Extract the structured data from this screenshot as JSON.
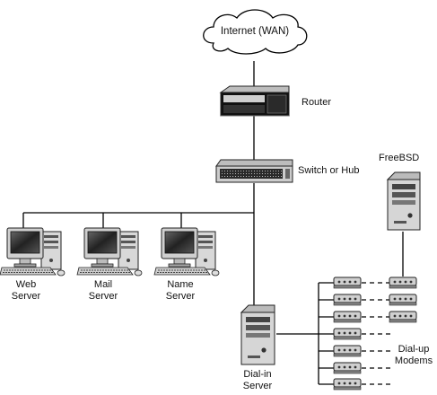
{
  "diagram": {
    "cloud_label": "Internet (WAN)",
    "router_label": "Router",
    "switch_label": "Switch or Hub",
    "freebsd_label": "FreeBSD",
    "workstations": [
      {
        "line1": "Web",
        "line2": "Server"
      },
      {
        "line1": "Mail",
        "line2": "Server"
      },
      {
        "line1": "Name",
        "line2": "Server"
      }
    ],
    "dialin": {
      "line1": "Dial-in",
      "line2": "Server"
    },
    "modems": {
      "line1": "Dial-up",
      "line2": "Modems"
    }
  }
}
